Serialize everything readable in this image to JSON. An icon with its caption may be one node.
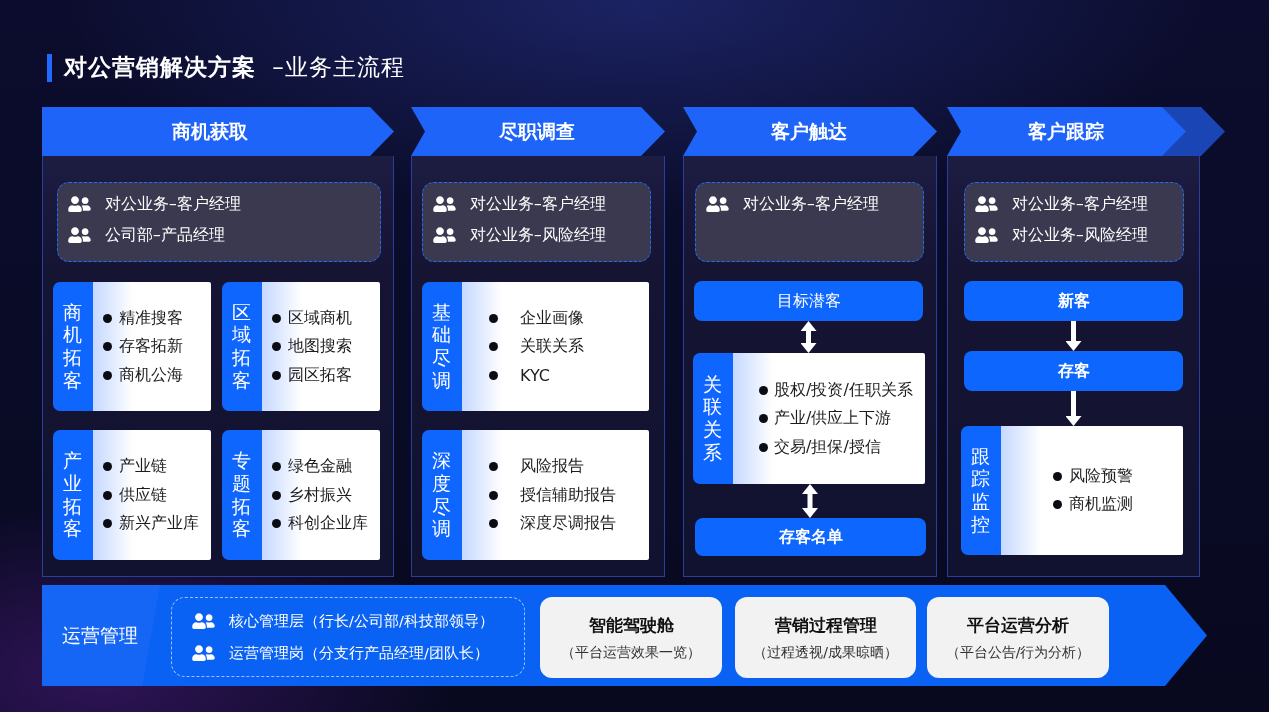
{
  "diagram": {
    "title": "**对公营销解决方案** –业务主流程",
    "nodes": [
      {
        "text": [
          "商机获取"
        ]
      },
      {
        "text": [
          "对公业务–客户经理",
          "公司部–产品经理"
        ],
        "in": 0
      },
      {
        "text": [
          "商机拓客",
          "精准搜客",
          "存客拓新",
          "商机公海"
        ],
        "in": 0
      },
      {
        "text": [
          "区域拓客",
          "区域商机",
          "地图搜索",
          "园区拓客"
        ],
        "in": 0
      },
      {
        "text": [
          "产业拓客",
          "产业链",
          "供应链",
          "新兴产业库"
        ],
        "in": 0
      },
      {
        "text": [
          "专题拓客",
          "绿色金融",
          "乡村振兴",
          "科创企业库"
        ],
        "in": 0
      },
      {
        "text": [
          "尽职调查"
        ]
      },
      {
        "text": [
          "对公业务–客户经理",
          "对公业务–风险经理"
        ],
        "in": 6
      },
      {
        "text": [
          "基础尽调",
          "企业画像",
          "关联关系",
          "KYC"
        ],
        "in": 6
      },
      {
        "text": [
          "深度尽调",
          "风险报告",
          "授信辅助报告",
          "深度尽调报告"
        ],
        "in": 6
      },
      {
        "text": [
          "客户触达"
        ]
      },
      {
        "text": [
          "对公业务–客户经理"
        ],
        "in": 10
      },
      {
        "text": [
          "目标潜客"
        ],
        "in": 10
      },
      {
        "text": [
          "关联关系",
          "股权/投资/任职关系",
          "产业/供应上下游",
          "交易/担保/授信"
        ],
        "in": 10
      },
      {
        "text": [
          "存客名单"
        ],
        "in": 10
      },
      {
        "text": [
          "客户跟踪"
        ]
      },
      {
        "text": [
          "对公业务–客户经理",
          "对公业务–风险经理"
        ],
        "in": 15
      },
      {
        "text": [
          "新客"
        ],
        "in": 15
      },
      {
        "text": [
          "存客"
        ],
        "in": 15
      },
      {
        "text": [
          "跟踪监控",
          "风险预警",
          "商机监测"
        ],
        "in": 15
      },
      {
        "text": [
          "运营管理"
        ]
      },
      {
        "text": [
          "核心管理层（行长/公司部/科技部领导）",
          "运营管理岗（分支行产品经理/团队长）"
        ],
        "in": 20
      },
      {
        "text": [
          "智能驾驶舱",
          "（平台运营效果一览）"
        ],
        "in": 20
      },
      {
        "text": [
          "营销过程管理",
          "（过程透视/成果晾晒）"
        ],
        "in": 20
      },
      {
        "text": [
          "平台运营分析",
          "（平台公告/行为分析）"
        ],
        "in": 20
      }
    ],
    "edges": [
      {
        "from": 12,
        "to": 13,
        "arrow": "both"
      },
      {
        "from": 13,
        "to": 14,
        "arrow": "both"
      },
      {
        "from": 17,
        "to": 18,
        "arrow": "to"
      },
      {
        "from": 18,
        "to": 19,
        "arrow": "to"
      }
    ]
  }
}
